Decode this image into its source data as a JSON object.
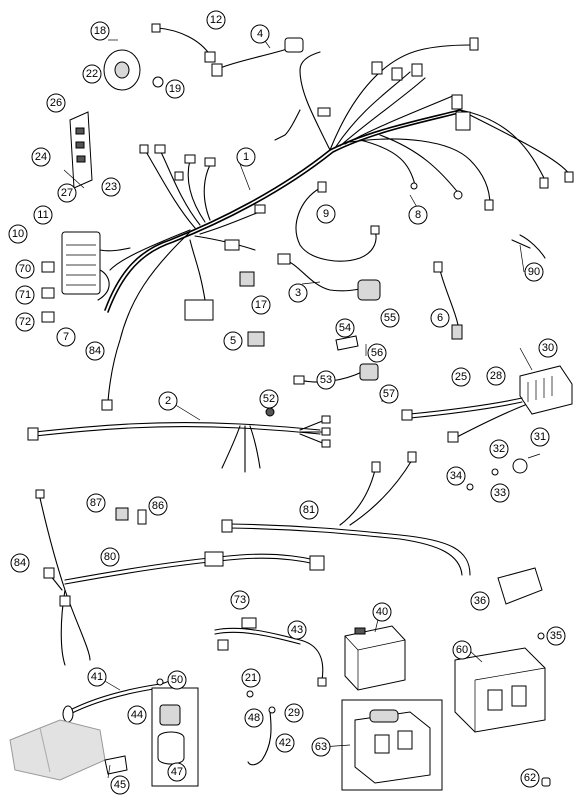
{
  "callouts": [
    "1",
    "2",
    "3",
    "4",
    "5",
    "6",
    "7",
    "8",
    "9",
    "10",
    "11",
    "12",
    "17",
    "18",
    "19",
    "21",
    "22",
    "23",
    "24",
    "25",
    "26",
    "27",
    "28",
    "29",
    "30",
    "31",
    "32",
    "33",
    "34",
    "35",
    "36",
    "40",
    "41",
    "42",
    "43",
    "44",
    "45",
    "47",
    "48",
    "50",
    "52",
    "53",
    "54",
    "55",
    "56",
    "57",
    "60",
    "62",
    "63",
    "70",
    "71",
    "72",
    "73",
    "80",
    "81",
    "84a",
    "84b",
    "86",
    "87",
    "90"
  ],
  "labels": {
    "c1": "1",
    "c2": "2",
    "c3": "3",
    "c4": "4",
    "c5": "5",
    "c6": "6",
    "c7": "7",
    "c8": "8",
    "c9": "9",
    "c10": "10",
    "c11": "11",
    "c12": "12",
    "c17": "17",
    "c18": "18",
    "c19": "19",
    "c21": "21",
    "c22": "22",
    "c23": "23",
    "c24": "24",
    "c25": "25",
    "c26": "26",
    "c27": "27",
    "c28": "28",
    "c29": "29",
    "c30": "30",
    "c31": "31",
    "c32": "32",
    "c33": "33",
    "c34": "34",
    "c35": "35",
    "c36": "36",
    "c40": "40",
    "c41": "41",
    "c42": "42",
    "c43": "43",
    "c44": "44",
    "c45": "45",
    "c47": "47",
    "c48": "48",
    "c50": "50",
    "c52": "52",
    "c53": "53",
    "c54": "54",
    "c55": "55",
    "c56": "56",
    "c57": "57",
    "c60": "60",
    "c62": "62",
    "c63": "63",
    "c70": "70",
    "c71": "71",
    "c72": "72",
    "c73": "73",
    "c80": "80",
    "c81": "81",
    "c84a": "84",
    "c84b": "84",
    "c86": "86",
    "c87": "87",
    "c90": "90"
  }
}
